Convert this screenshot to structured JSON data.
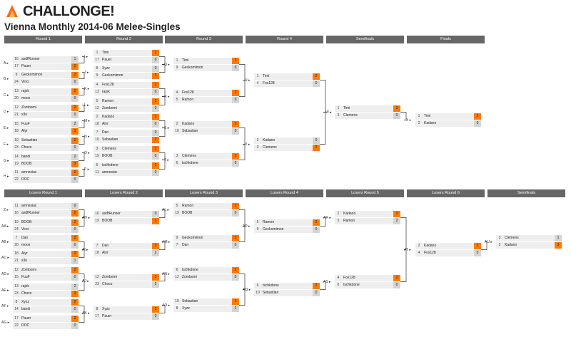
{
  "logo": {
    "text": "CHALLONGE!"
  },
  "title": "Vienna Monthly 2014-06 Melee-Singles",
  "winners_headers": [
    "Round 1",
    "Round 2",
    "Round 3",
    "Round 4",
    "Semifinals",
    "Finals"
  ],
  "losers_headers": [
    "Losers Round 1",
    "Losers Round 2",
    "Losers Round 3",
    "Losers Round 4",
    "Losers Round 5",
    "Losers Round 6",
    "Semifinals"
  ],
  "matches": [
    {
      "label": "A",
      "p1": {
        "seed": "16",
        "name": "asdfRunner",
        "score": "1",
        "win": false
      },
      "p2": {
        "seed": "17",
        "name": "Pauer",
        "score": "2",
        "win": true
      }
    },
    {
      "label": "B",
      "p1": {
        "seed": "9",
        "name": "Geckomimon",
        "score": "2",
        "win": true
      },
      "p2": {
        "seed": "24",
        "name": "Vinci",
        "score": "0",
        "win": false
      }
    },
    {
      "label": "C",
      "p1": {
        "seed": "13",
        "name": "rajok",
        "score": "2",
        "win": true
      },
      "p2": {
        "seed": "20",
        "name": "moos",
        "score": "0",
        "win": false
      }
    },
    {
      "label": "D",
      "p1": {
        "seed": "12",
        "name": "Zombomi",
        "score": "2",
        "win": true
      },
      "p2": {
        "seed": "21",
        "name": "x3o",
        "score": "0",
        "win": false
      }
    },
    {
      "label": "E",
      "p1": {
        "seed": "15",
        "name": "FuuF",
        "score": "2",
        "win": false
      },
      "p2": {
        "seed": "18",
        "name": "Alyr",
        "score": "3",
        "win": true
      }
    },
    {
      "label": "F",
      "p1": {
        "seed": "10",
        "name": "Sebastian",
        "score": "2",
        "win": true
      },
      "p2": {
        "seed": "23",
        "name": "Choco",
        "score": "0",
        "win": false
      }
    },
    {
      "label": "G",
      "p1": {
        "seed": "14",
        "name": "bandi",
        "score": "2",
        "win": false
      },
      "p2": {
        "seed": "19",
        "name": "BOOB",
        "score": "3",
        "win": true
      }
    },
    {
      "label": "H",
      "p1": {
        "seed": "11",
        "name": "amnesiac",
        "score": "2",
        "win": true
      },
      "p2": {
        "seed": "22",
        "name": "DOC",
        "score": "0",
        "win": false
      }
    },
    {
      "label": "I",
      "p1": {
        "seed": "1",
        "name": "Timi",
        "score": "2",
        "win": true
      },
      "p2": {
        "seed": "17",
        "name": "Pauer",
        "score": "0",
        "win": false
      }
    },
    {
      "label": "J",
      "p1": {
        "seed": "8",
        "name": "Xyzz",
        "score": "0",
        "win": false
      },
      "p2": {
        "seed": "9",
        "name": "Geckomimon",
        "score": "2",
        "win": true
      }
    },
    {
      "label": "K",
      "p1": {
        "seed": "4",
        "name": "Fox128",
        "score": "2",
        "win": true
      },
      "p2": {
        "seed": "13",
        "name": "rajok",
        "score": "0",
        "win": false
      }
    },
    {
      "label": "L",
      "p1": {
        "seed": "5",
        "name": "Ramon",
        "score": "2",
        "win": true
      },
      "p2": {
        "seed": "12",
        "name": "Zombomi",
        "score": "0",
        "win": false
      }
    },
    {
      "label": "M",
      "p1": {
        "seed": "2",
        "name": "Kadano",
        "score": "2",
        "win": true
      },
      "p2": {
        "seed": "18",
        "name": "Alyr",
        "score": "0",
        "win": false
      }
    },
    {
      "label": "N",
      "p1": {
        "seed": "7",
        "name": "Dan",
        "score": "0",
        "win": false
      },
      "p2": {
        "seed": "10",
        "name": "Sebastian",
        "score": "2",
        "win": true
      }
    },
    {
      "label": "O",
      "p1": {
        "seed": "3",
        "name": "Clemens",
        "score": "2",
        "win": true
      },
      "p2": {
        "seed": "19",
        "name": "BOOB",
        "score": "0",
        "win": false
      }
    },
    {
      "label": "P",
      "p1": {
        "seed": "6",
        "name": "tschkdone",
        "score": "2",
        "win": true
      },
      "p2": {
        "seed": "11",
        "name": "amnesiac",
        "score": "0",
        "win": false
      }
    },
    {
      "label": "Q",
      "p1": {
        "seed": "1",
        "name": "Timi",
        "score": "2",
        "win": true
      },
      "p2": {
        "seed": "9",
        "name": "Geckomimon",
        "score": "0",
        "win": false
      }
    },
    {
      "label": "R",
      "p1": {
        "seed": "4",
        "name": "Fox128",
        "score": "2",
        "win": true
      },
      "p2": {
        "seed": "5",
        "name": "Ramon",
        "score": "0",
        "win": false
      }
    },
    {
      "label": "S",
      "p1": {
        "seed": "2",
        "name": "Kadano",
        "score": "2",
        "win": true
      },
      "p2": {
        "seed": "10",
        "name": "Sebastian",
        "score": "0",
        "win": false
      }
    },
    {
      "label": "T",
      "p1": {
        "seed": "3",
        "name": "Clemens",
        "score": "2",
        "win": true
      },
      "p2": {
        "seed": "6",
        "name": "tschkdone",
        "score": "0",
        "win": false
      }
    },
    {
      "label": "U",
      "p1": {
        "seed": "1",
        "name": "Timi",
        "score": "2",
        "win": true
      },
      "p2": {
        "seed": "4",
        "name": "Fox128",
        "score": "0",
        "win": false
      }
    },
    {
      "label": "V",
      "p1": {
        "seed": "2",
        "name": "Kadano",
        "score": "0",
        "win": false
      },
      "p2": {
        "seed": "3",
        "name": "Clemens",
        "score": "2",
        "win": true
      }
    },
    {
      "label": "W",
      "p1": {
        "seed": "1",
        "name": "Timi",
        "score": "3",
        "win": true
      },
      "p2": {
        "seed": "3",
        "name": "Clemens",
        "score": "0",
        "win": false
      }
    },
    {
      "label": "X",
      "p1": {
        "seed": "1",
        "name": "Timi",
        "score": "3",
        "win": true
      },
      "p2": {
        "seed": "2",
        "name": "Kadano",
        "score": "0",
        "win": false
      }
    },
    {
      "label": "Z",
      "p1": {
        "seed": "11",
        "name": "amnesiac",
        "score": "0",
        "win": false
      },
      "p2": {
        "seed": "16",
        "name": "asdfRunner",
        "score": "2",
        "win": true
      }
    },
    {
      "label": "AA",
      "p1": {
        "seed": "19",
        "name": "BOOB",
        "score": "2",
        "win": true
      },
      "p2": {
        "seed": "24",
        "name": "Vinci",
        "score": "0",
        "win": false
      }
    },
    {
      "label": "AB",
      "p1": {
        "seed": "7",
        "name": "Dan",
        "score": "2",
        "win": true
      },
      "p2": {
        "seed": "20",
        "name": "moos",
        "score": "0",
        "win": false
      }
    },
    {
      "label": "AC",
      "p1": {
        "seed": "18",
        "name": "Alyr",
        "score": "2",
        "win": true
      },
      "p2": {
        "seed": "21",
        "name": "x3o",
        "score": "1",
        "win": false
      }
    },
    {
      "label": "AD",
      "p1": {
        "seed": "12",
        "name": "Zombomi",
        "score": "2",
        "win": true
      },
      "p2": {
        "seed": "15",
        "name": "FuuF",
        "score": "0",
        "win": false
      }
    },
    {
      "label": "AE",
      "p1": {
        "seed": "13",
        "name": "rajok",
        "score": "2",
        "win": false
      },
      "p2": {
        "seed": "23",
        "name": "Choco",
        "score": "3",
        "win": true
      }
    },
    {
      "label": "AF",
      "p1": {
        "seed": "8",
        "name": "Xyzz",
        "score": "2",
        "win": true
      },
      "p2": {
        "seed": "14",
        "name": "bandi",
        "score": "0",
        "win": false
      }
    },
    {
      "label": "AG",
      "p1": {
        "seed": "17",
        "name": "Pauer",
        "score": "2",
        "win": true
      },
      "p2": {
        "seed": "22",
        "name": "DOC",
        "score": "0",
        "win": false
      }
    },
    {
      "label": "AH",
      "p1": {
        "seed": "16",
        "name": "asdfRunner",
        "score": "0",
        "win": false
      },
      "p2": {
        "seed": "19",
        "name": "BOOB",
        "score": "2",
        "win": true
      }
    },
    {
      "label": "AI",
      "p1": {
        "seed": "7",
        "name": "Dan",
        "score": "3",
        "win": true
      },
      "p2": {
        "seed": "18",
        "name": "Alyr",
        "score": "2",
        "win": false
      }
    },
    {
      "label": "AJ",
      "p1": {
        "seed": "12",
        "name": "Zombomi",
        "score": "3",
        "win": true
      },
      "p2": {
        "seed": "23",
        "name": "Choco",
        "score": "2",
        "win": false
      }
    },
    {
      "label": "AK",
      "p1": {
        "seed": "8",
        "name": "Xyzz",
        "score": "2",
        "win": true
      },
      "p2": {
        "seed": "17",
        "name": "Pauer",
        "score": "0",
        "win": false
      }
    },
    {
      "label": "AL",
      "p1": {
        "seed": "5",
        "name": "Ramon",
        "score": "2",
        "win": true
      },
      "p2": {
        "seed": "19",
        "name": "BOOB",
        "score": "0",
        "win": false
      }
    },
    {
      "label": "AM",
      "p1": {
        "seed": "9",
        "name": "Geckomimon",
        "score": "3",
        "win": true
      },
      "p2": {
        "seed": "7",
        "name": "Dan",
        "score": "0",
        "win": false
      }
    },
    {
      "label": "AN",
      "p1": {
        "seed": "6",
        "name": "tschkdone",
        "score": "2",
        "win": true
      },
      "p2": {
        "seed": "12",
        "name": "Zombomi",
        "score": "0",
        "win": false
      }
    },
    {
      "label": "AO",
      "p1": {
        "seed": "10",
        "name": "Sebastian",
        "score": "3",
        "win": true
      },
      "p2": {
        "seed": "8",
        "name": "Xyzz",
        "score": "2",
        "win": false
      }
    },
    {
      "label": "AP",
      "p1": {
        "seed": "5",
        "name": "Ramon",
        "score": "2",
        "win": true
      },
      "p2": {
        "seed": "9",
        "name": "Geckomimon",
        "score": "0",
        "win": false
      }
    },
    {
      "label": "AQ",
      "p1": {
        "seed": "6",
        "name": "tschkdone",
        "score": "2",
        "win": true
      },
      "p2": {
        "seed": "10",
        "name": "Sebastian",
        "score": "0",
        "win": false
      }
    },
    {
      "label": "AR",
      "p1": {
        "seed": "2",
        "name": "Kadano",
        "score": "3",
        "win": true
      },
      "p2": {
        "seed": "5",
        "name": "Ramon",
        "score": "2",
        "win": false
      }
    },
    {
      "label": "AS",
      "p1": {
        "seed": "4",
        "name": "Fox128",
        "score": "2",
        "win": true
      },
      "p2": {
        "seed": "6",
        "name": "tschkdone",
        "score": "0",
        "win": false
      }
    },
    {
      "label": "AT",
      "p1": {
        "seed": "2",
        "name": "Kadano",
        "score": "2",
        "win": true
      },
      "p2": {
        "seed": "4",
        "name": "Fox128",
        "score": "0",
        "win": false
      }
    },
    {
      "label": "AU",
      "p1": {
        "seed": "3",
        "name": "Clemens",
        "score": "1",
        "win": false
      },
      "p2": {
        "seed": "2",
        "name": "Kadano",
        "score": "3",
        "win": true
      }
    }
  ],
  "colors": {
    "header_bg": "#666666",
    "slot_bg": "#eeeeee",
    "score_bg": "#d4d4d4",
    "win_score": "#ff7a00",
    "logo_orange": "#f26b1d"
  }
}
